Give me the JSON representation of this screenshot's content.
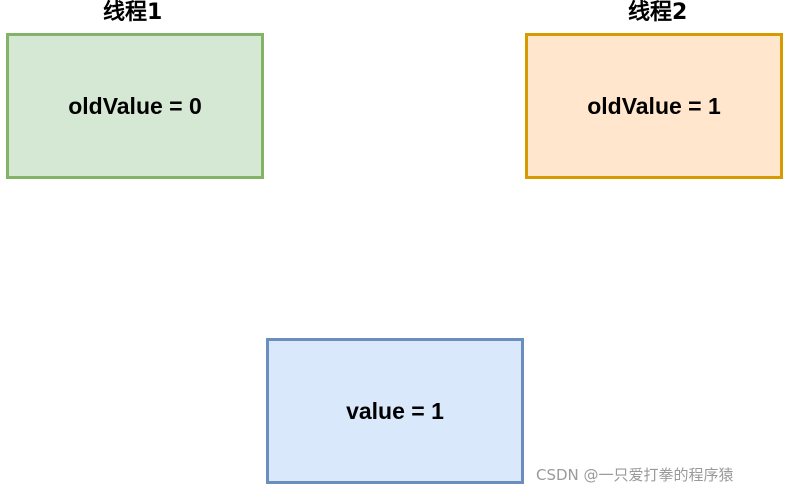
{
  "thread1": {
    "title": "线程1",
    "label": "oldValue = 0",
    "fill": "#d5e8d4",
    "stroke": "#82b366"
  },
  "thread2": {
    "title": "线程2",
    "label": "oldValue = 1",
    "fill": "#ffe6cc",
    "stroke": "#d79b00"
  },
  "main_memory": {
    "label": "value = 1",
    "fill": "#dae8fc",
    "stroke": "#6c8ebf"
  },
  "watermark": "CSDN @一只爱打拳的程序猿"
}
